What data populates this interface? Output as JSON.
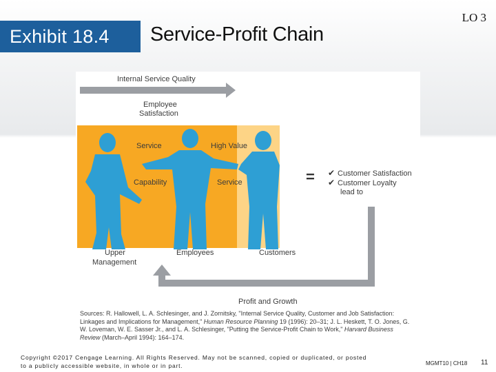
{
  "header": {
    "exhibit": "Exhibit 18.4",
    "title": "Service-Profit Chain",
    "lo": "LO 3"
  },
  "figure": {
    "internal_quality": "Internal Service Quality",
    "employee_satisfaction_line1": "Employee",
    "employee_satisfaction_line2": "Satisfaction",
    "service": "Service",
    "capability": "Capability",
    "high_value": "High Value",
    "high_value_service": "Service",
    "equals": "=",
    "outcomes": [
      "Customer Satisfaction",
      "Customer Loyalty"
    ],
    "lead_to": "lead to",
    "upper_management_line1": "Upper",
    "upper_management_line2": "Management",
    "employees": "Employees",
    "customers": "Customers",
    "profit_growth": "Profit and Growth",
    "colors": {
      "orange": "#f7a823",
      "light_orange": "#fdd486",
      "figure_blue": "#2e9fd4",
      "arrow_gray": "#9b9ea3"
    }
  },
  "source": {
    "part1": "Sources: R. Hallowell, L. A. Schlesinger, and J. Zornitsky, \"Internal Service Quality, Customer and Job Satisfaction: Linkages and Implications for Management,\" ",
    "journal1": "Human Resource Planning",
    "part2": " 19 (1996): 20–31; J. L. Heskett, T. O. Jones, G. W. Loveman, W. E. Sasser Jr., and L. A. Schlesinger, \"Putting the Service-Profit Chain to Work,\" ",
    "journal2": "Harvard Business Review",
    "part3": " (March–April 1994): 164–174."
  },
  "footer": {
    "copyright_line1": "Copyright ©2017 Cengage Learning. All Rights Reserved. May not be scanned, copied or duplicated, or posted",
    "copyright_line2": "to a publicly accessible website, in whole or in part.",
    "course": "MGMT10 | CH18",
    "page": "11"
  }
}
